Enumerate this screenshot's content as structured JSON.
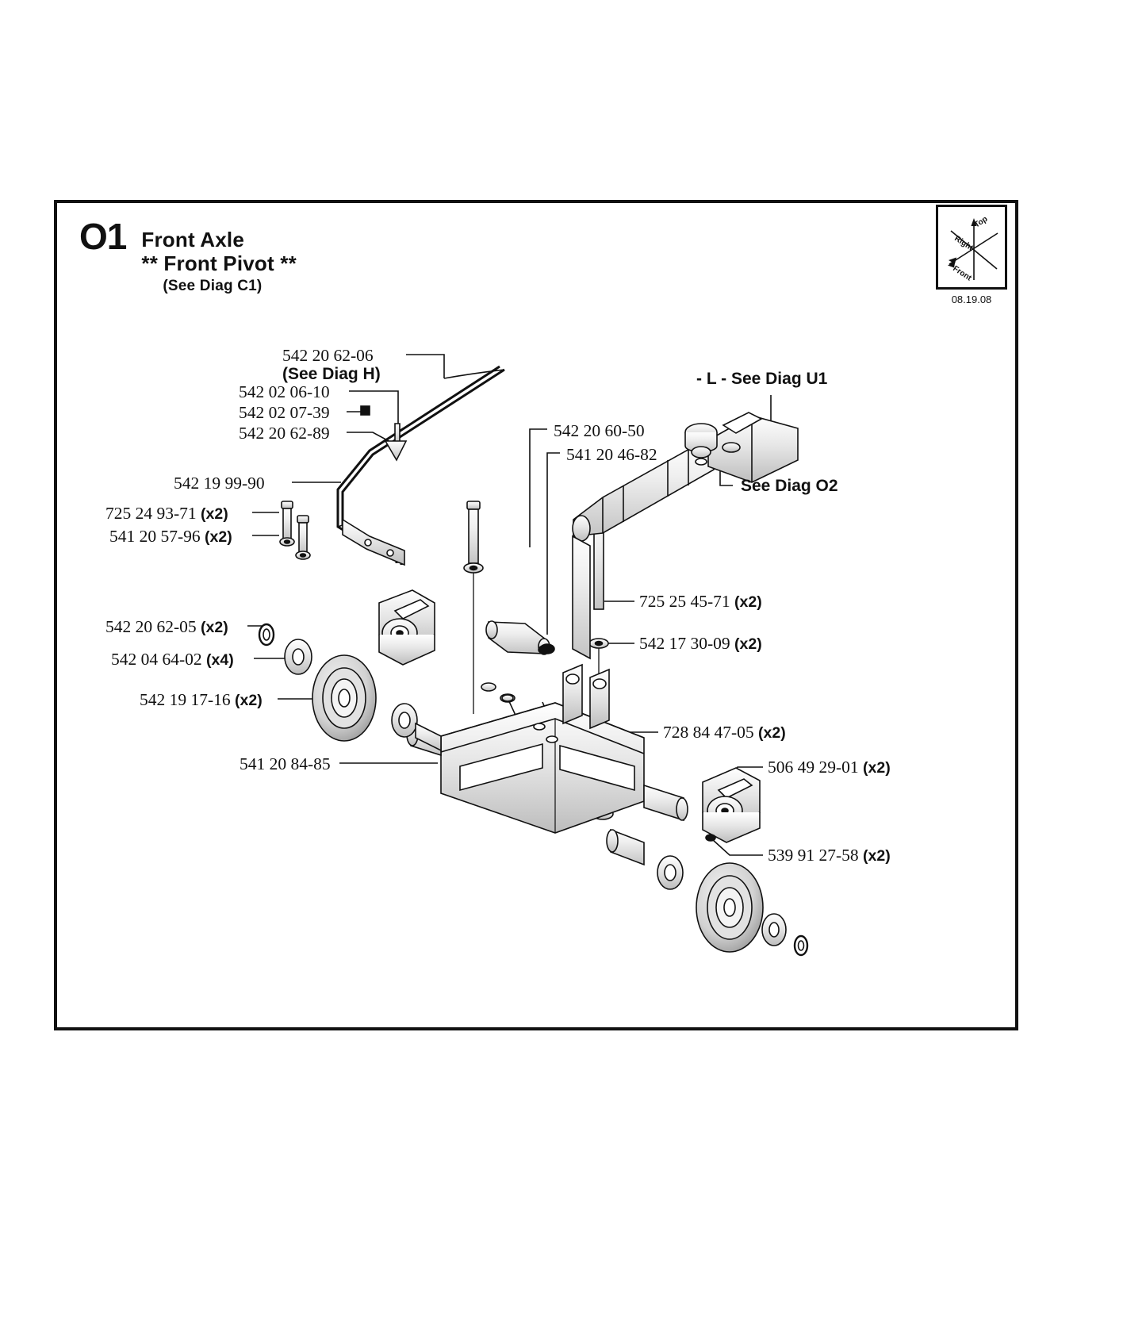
{
  "document": {
    "section_code": "O1",
    "title": "Front Axle",
    "subtitle": "** Front Pivot **",
    "note": "(See Diag C1)",
    "date_stamp": "08.19.08"
  },
  "orientation": {
    "top_label": "Top",
    "right_label": "Right",
    "front_label": "Front"
  },
  "callouts": {
    "c1": {
      "part": "542 20 62-06",
      "qty": "",
      "note": "(See Diag H)"
    },
    "c2": {
      "part": "542 02 06-10",
      "qty": ""
    },
    "c3": {
      "part": "542 02 07-39",
      "qty": ""
    },
    "c4": {
      "part": "542 20 62-89",
      "qty": ""
    },
    "c5": {
      "part": "542 19 99-90",
      "qty": ""
    },
    "c6": {
      "part": "725 24 93-71",
      "qty": "(x2)"
    },
    "c7": {
      "part": "541 20 57-96",
      "qty": "(x2)"
    },
    "c8": {
      "part": "542 20 62-05",
      "qty": "(x2)"
    },
    "c9": {
      "part": "542 04 64-02",
      "qty": "(x4)"
    },
    "c10": {
      "part": "542 19 17-16",
      "qty": "(x2)"
    },
    "c11": {
      "part": "541 20 84-85",
      "qty": ""
    },
    "c12": {
      "part": "542 20 60-50",
      "qty": ""
    },
    "c13": {
      "part": "541 20 46-82",
      "qty": ""
    },
    "c14": {
      "part": "725 25 45-71",
      "qty": "(x2)"
    },
    "c15": {
      "part": "542 17 30-09",
      "qty": "(x2)"
    },
    "c16": {
      "part": "728 84 47-05",
      "qty": "(x2)"
    },
    "c17": {
      "part": "506 49 29-01",
      "qty": "(x2)"
    },
    "c18": {
      "part": "539 91 27-58",
      "qty": "(x2)"
    }
  },
  "references": {
    "diag_u1": "- L -  See Diag U1",
    "diag_o2": "See Diag O2"
  },
  "colors": {
    "ink": "#111111",
    "paper": "#ffffff",
    "shade_light": "#e8e8e8",
    "shade_mid": "#cfcfcf",
    "shade_dark": "#a8a8a8"
  }
}
